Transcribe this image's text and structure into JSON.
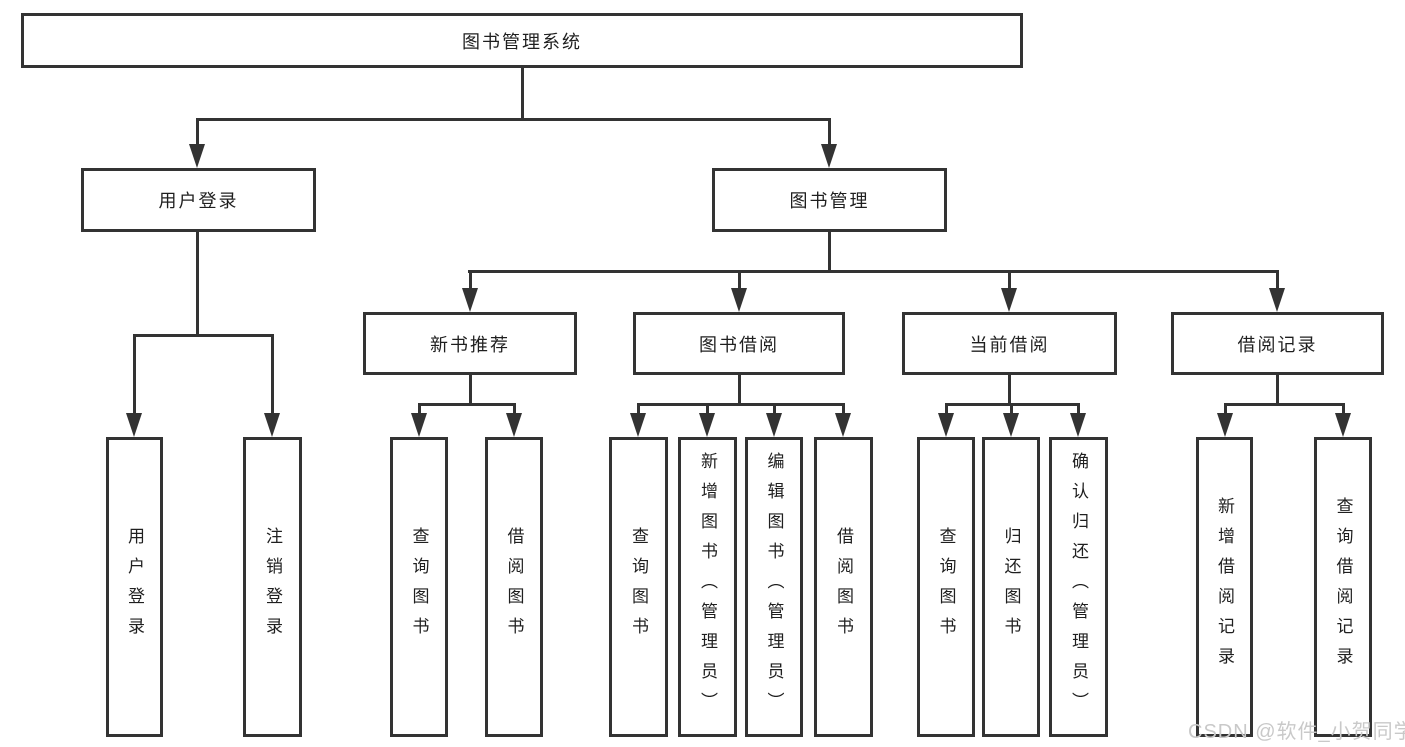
{
  "tree": {
    "label": "图书管理系统",
    "children": [
      {
        "label": "用户登录",
        "children": [
          {
            "label": "用户登录"
          },
          {
            "label": "注销登录"
          }
        ]
      },
      {
        "label": "图书管理",
        "children": [
          {
            "label": "新书推荐",
            "children": [
              {
                "label": "查询图书"
              },
              {
                "label": "借阅图书"
              }
            ]
          },
          {
            "label": "图书借阅",
            "children": [
              {
                "label": "查询图书"
              },
              {
                "label": "新增图书（管理员）"
              },
              {
                "label": "编辑图书（管理员）"
              },
              {
                "label": "借阅图书"
              }
            ]
          },
          {
            "label": "当前借阅",
            "children": [
              {
                "label": "查询图书"
              },
              {
                "label": "归还图书"
              },
              {
                "label": "确认归还（管理员）"
              }
            ]
          },
          {
            "label": "借阅记录",
            "children": [
              {
                "label": "新增借阅记录"
              },
              {
                "label": "查询借阅记录"
              }
            ]
          }
        ]
      }
    ]
  },
  "watermark": {
    "text": "CSDN @软件_小贺同学"
  },
  "colors": {
    "line": "#333333",
    "text": "#1f1f1f",
    "watermark": "#c9c9c9",
    "background": "#ffffff"
  }
}
